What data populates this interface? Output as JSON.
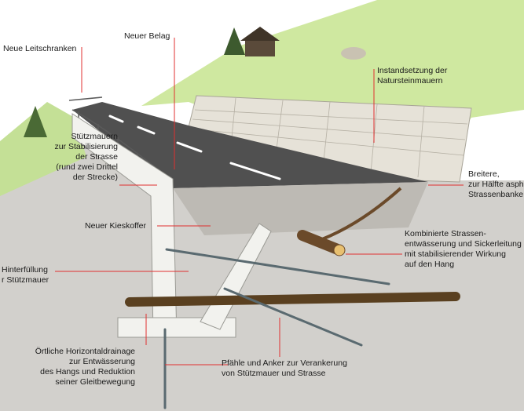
{
  "colors": {
    "sky": "#ffffff",
    "grass": "#cfe8a0",
    "soil": "#d2d0cc",
    "concrete": "#f2f2ee",
    "asphalt": "#505050",
    "stone": "#e6e2d8",
    "pipe": "#6b4a2a",
    "leader": "#e03030"
  },
  "labels": {
    "guardrails": "Neue Leitschranken",
    "pavement": "Neuer Belag",
    "stone_walls": [
      "Instandsetzung der",
      "Natursteinmauern"
    ],
    "retaining_walls": [
      "Stützmauern",
      "zur Stabilisierung",
      "der Strasse",
      "(rund zwei Drittel",
      "der Strecke)"
    ],
    "wider": [
      "Breitere,",
      "zur Hälfte asph",
      "Strassenbanke"
    ],
    "gravel": "Neuer Kieskoffer",
    "drainage": [
      "Kombinierte Strassen-",
      "entwässerung und Sickerleitung",
      "mit stabilisierender Wirkung",
      "auf den Hang"
    ],
    "backfill": [
      "Hinterfüllung",
      "r Stützmauer"
    ],
    "horizontal_drainage": [
      "Örtliche Horizontaldrainage",
      "zur Entwässerung",
      "des Hangs und Reduktion",
      "seiner Gleitbewegung"
    ],
    "piles": [
      "Pfähle und Anker zur Verankerung",
      "von Stützmauer und Strasse"
    ]
  }
}
